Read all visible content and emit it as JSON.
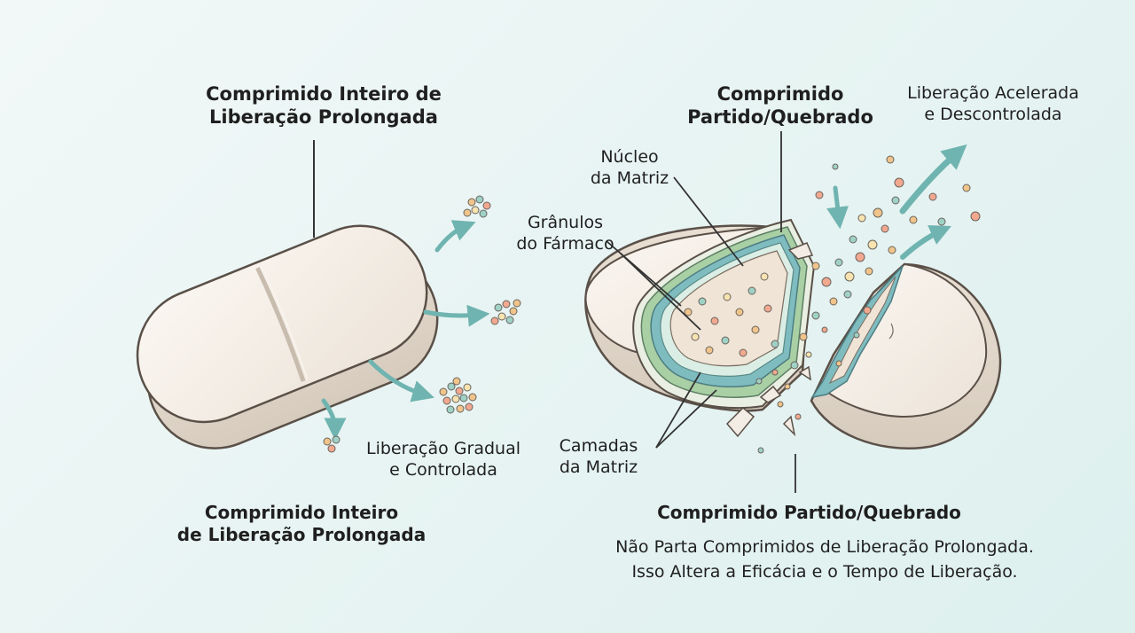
{
  "whole": {
    "title_line1": "Comprimido Inteiro de",
    "title_line2": "Liberação Prolongada",
    "release_line1": "Liberação Gradual",
    "release_line2": "e Controlada",
    "caption_line1": "Comprimido Inteiro",
    "caption_line2": "de Liberação Prolongada"
  },
  "broken": {
    "title_line1": "Comprimido",
    "title_line2": "Partido/Quebrado",
    "release_line1": "Liberação Acelerada",
    "release_line2": "e Descontrolada",
    "core_line1": "Núcleo",
    "core_line2": "da Matriz",
    "granules_line1": "Grânulos",
    "granules_line2": "do Fármaco",
    "layers_line1": "Camadas",
    "layers_line2": "da Matriz",
    "caption": "Comprimido Partido/Quebrado"
  },
  "warning": {
    "line1": "Não Parta Comprimidos de Liberação Prolongada.",
    "line2": "Isso Altera a Eficácia e o Tempo de Liberação."
  },
  "colors": {
    "tablet": "#f3ece4",
    "tablet_shadow": "#ddd3c8",
    "arrow": "#6fb4b0",
    "layer_green": "#a9cfa4",
    "layer_teal": "#7fbcc0",
    "core": "#efe4d6"
  }
}
